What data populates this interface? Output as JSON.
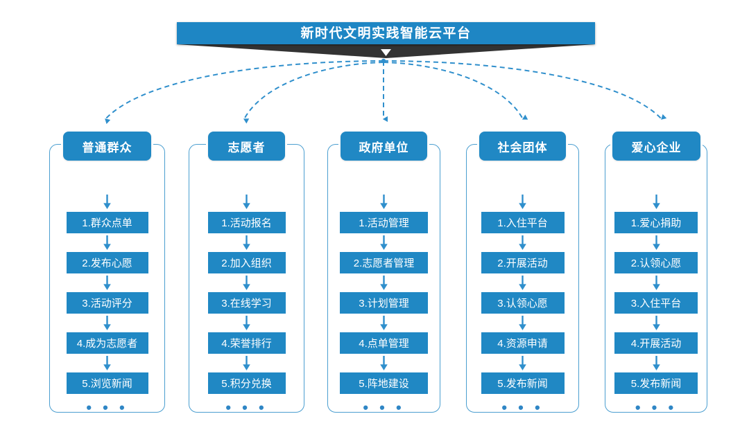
{
  "title": {
    "text": "新时代文明实践智能云平台",
    "bar_color": "#1e86c4",
    "banner_color": "#333333",
    "chevron_icon": "chevron-down-icon"
  },
  "theme": {
    "accent": "#2088c4",
    "frame_border": "#4a9ed0",
    "connector": "#2f8fcc",
    "text_on_accent": "#ffffff",
    "background": "#ffffff"
  },
  "connector": {
    "style": "dashed",
    "origin_label": "platform-hub",
    "count": 5
  },
  "columns": [
    {
      "header": "普通群众",
      "items": [
        "1.群众点单",
        "2.发布心愿",
        "3.活动评分",
        "4.成为志愿者",
        "5.浏览新闻"
      ],
      "more": "• • •"
    },
    {
      "header": "志愿者",
      "items": [
        "1.活动报名",
        "2.加入组织",
        "3.在线学习",
        "4.荣誉排行",
        "5.积分兑换"
      ],
      "more": "• • •"
    },
    {
      "header": "政府单位",
      "items": [
        "1.活动管理",
        "2.志愿者管理",
        "3.计划管理",
        "4.点单管理",
        "5.阵地建设"
      ],
      "more": "• • •"
    },
    {
      "header": "社会团体",
      "items": [
        "1.入住平台",
        "2.开展活动",
        "3.认领心愿",
        "4.资源申请",
        "5.发布新闻"
      ],
      "more": "• • •"
    },
    {
      "header": "爱心企业",
      "items": [
        "1.爱心捐助",
        "2.认领心愿",
        "3.入住平台",
        "4.开展活动",
        "5.发布新闻"
      ],
      "more": "• • •"
    }
  ]
}
